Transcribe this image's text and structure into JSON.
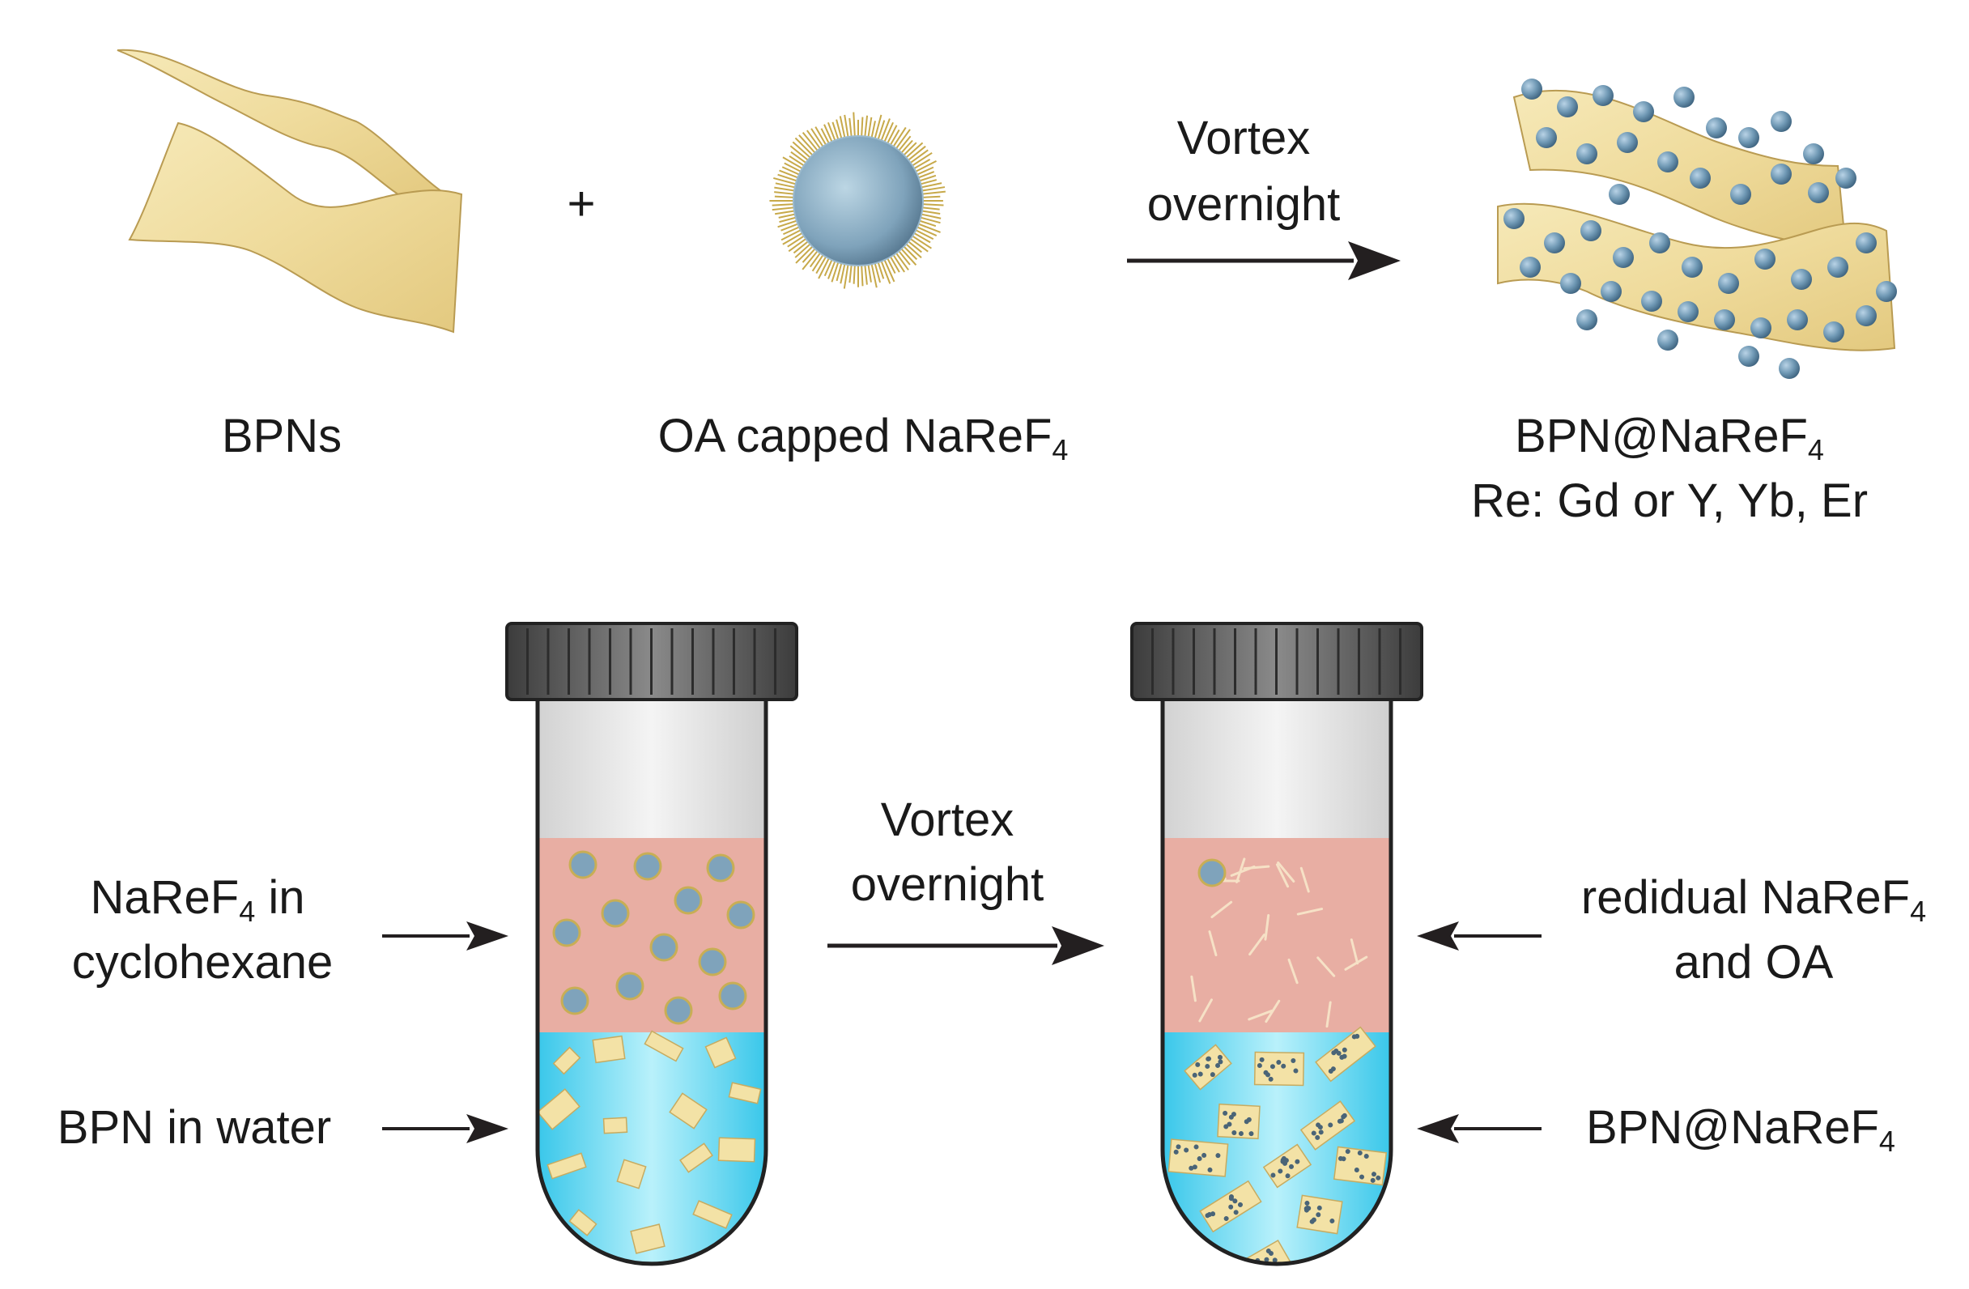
{
  "top": {
    "plus": "+",
    "arrow_line1": "Vortex",
    "arrow_line2": "overnight",
    "bpns_label": "BPNs",
    "oa_label_main": "OA capped NaReF",
    "oa_label_sub": "4",
    "product_label_main": "BPN@NaReF",
    "product_label_sub": "4",
    "product_re": "Re: Gd or Y, Yb, Er"
  },
  "bottom": {
    "arrow_line1": "Vortex",
    "arrow_line2": "overnight",
    "left_top_main": "NaReF",
    "left_top_sub": "4",
    "left_top_tail": " in",
    "left_top_line2": "cyclohexane",
    "left_bottom": "BPN in water",
    "right_top_main": "redidual NaReF",
    "right_top_sub": "4",
    "right_top_line2": "and OA",
    "right_bottom_main": "BPN@NaReF",
    "right_bottom_sub": "4"
  },
  "colors": {
    "sheet": "#f3e2a6",
    "particle": "#6f98b4",
    "organic_phase": "#e7aea3",
    "water_phase": "#4fd3f0",
    "cap": "#555555",
    "arrow": "#231f20"
  }
}
